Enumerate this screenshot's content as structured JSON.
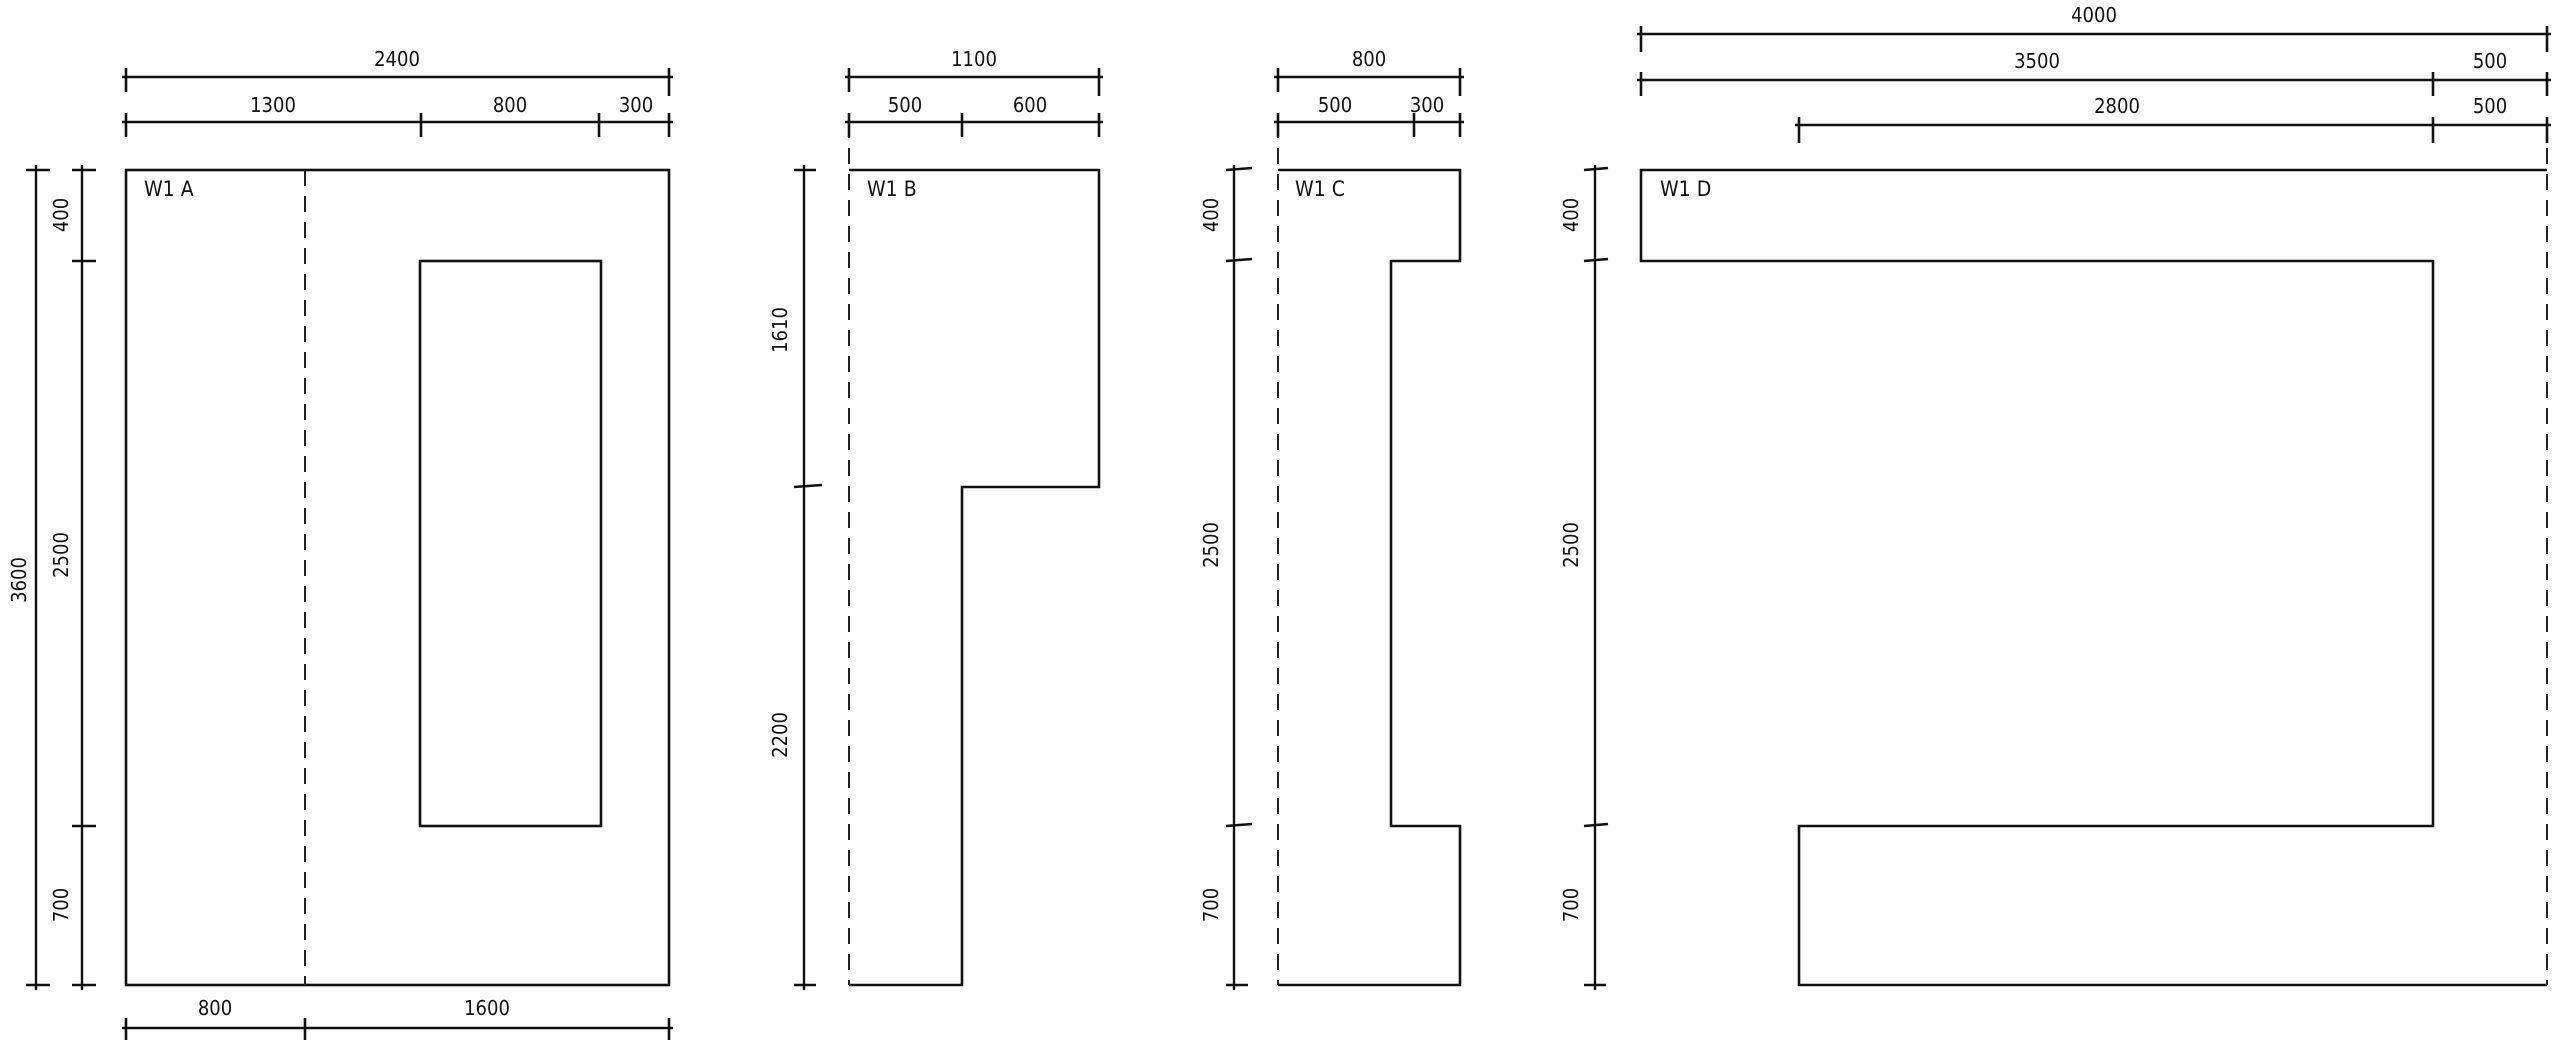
{
  "panels": {
    "a": {
      "label": "W1 A",
      "top_total": "2400",
      "top_parts": [
        "1300",
        "800",
        "300"
      ],
      "left_total": "3600",
      "left_parts": [
        "400",
        "2500",
        "700"
      ],
      "bottom_parts": [
        "800",
        "1600"
      ]
    },
    "b": {
      "label": "W1 B",
      "top_total": "1100",
      "top_parts": [
        "500",
        "600"
      ],
      "left_parts": [
        "1610",
        "2200"
      ]
    },
    "c": {
      "label": "W1 C",
      "top_total": "800",
      "top_parts": [
        "500",
        "300"
      ],
      "left_parts": [
        "400",
        "2500",
        "700"
      ]
    },
    "d": {
      "label": "W1 D",
      "top_total": "4000",
      "top_row2": [
        "3500",
        "500"
      ],
      "top_row3": [
        "2800",
        "500"
      ],
      "left_parts": [
        "400",
        "2500",
        "700"
      ]
    }
  }
}
